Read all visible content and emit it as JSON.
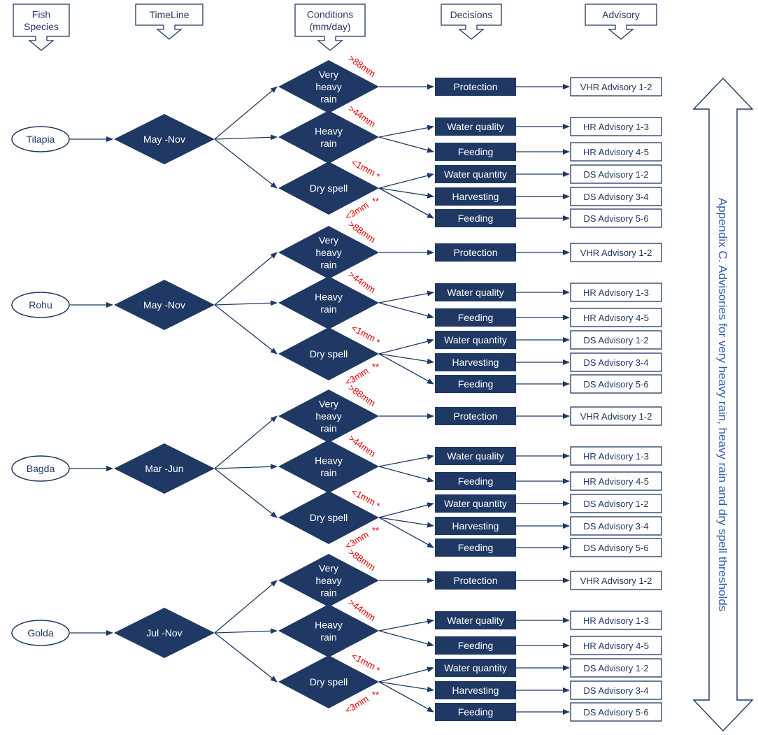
{
  "headers": [
    "Fish\nSpecies",
    "TimeLine",
    "Conditions\n(mm/day)",
    "Decisions",
    "Advisory"
  ],
  "side_title": "Appendix C. Advisories for very heavy rain, heavy rain and dry spell thresholds",
  "thresholds": {
    "vhr": ">88mm",
    "hr": ">44mm",
    "ds1": "<1mm",
    "ds1_mark": "*",
    "ds2": "<3mm",
    "ds2_mark": "**"
  },
  "condition_labels": {
    "vhr": "Very\nheavy\nrain",
    "hr": "Heavy\nrain",
    "ds": "Dry spell"
  },
  "decision_labels": {
    "protection": "Protection",
    "water_quality": "Water quality",
    "feeding": "Feeding",
    "water_quantity": "Water quantity",
    "harvesting": "Harvesting"
  },
  "advisory_labels": {
    "vhr": "VHR Advisory 1-2",
    "hr1": "HR Advisory 1-3",
    "hr2": "HR Advisory 4-5",
    "ds1": "DS Advisory 1-2",
    "ds2": "DS Advisory 3-4",
    "ds3": "DS Advisory 5-6"
  },
  "species": [
    {
      "name": "Tilapia",
      "timeline": "May -Nov"
    },
    {
      "name": "Rohu",
      "timeline": "May -Nov"
    },
    {
      "name": "Bagda",
      "timeline": "Mar -Jun"
    },
    {
      "name": "Golda",
      "timeline": "Jul -Nov"
    }
  ],
  "colors": {
    "navy": "#1f3864",
    "threshold": "#e00000",
    "side_title": "#2e5fa8",
    "outline": "#1f3864"
  }
}
